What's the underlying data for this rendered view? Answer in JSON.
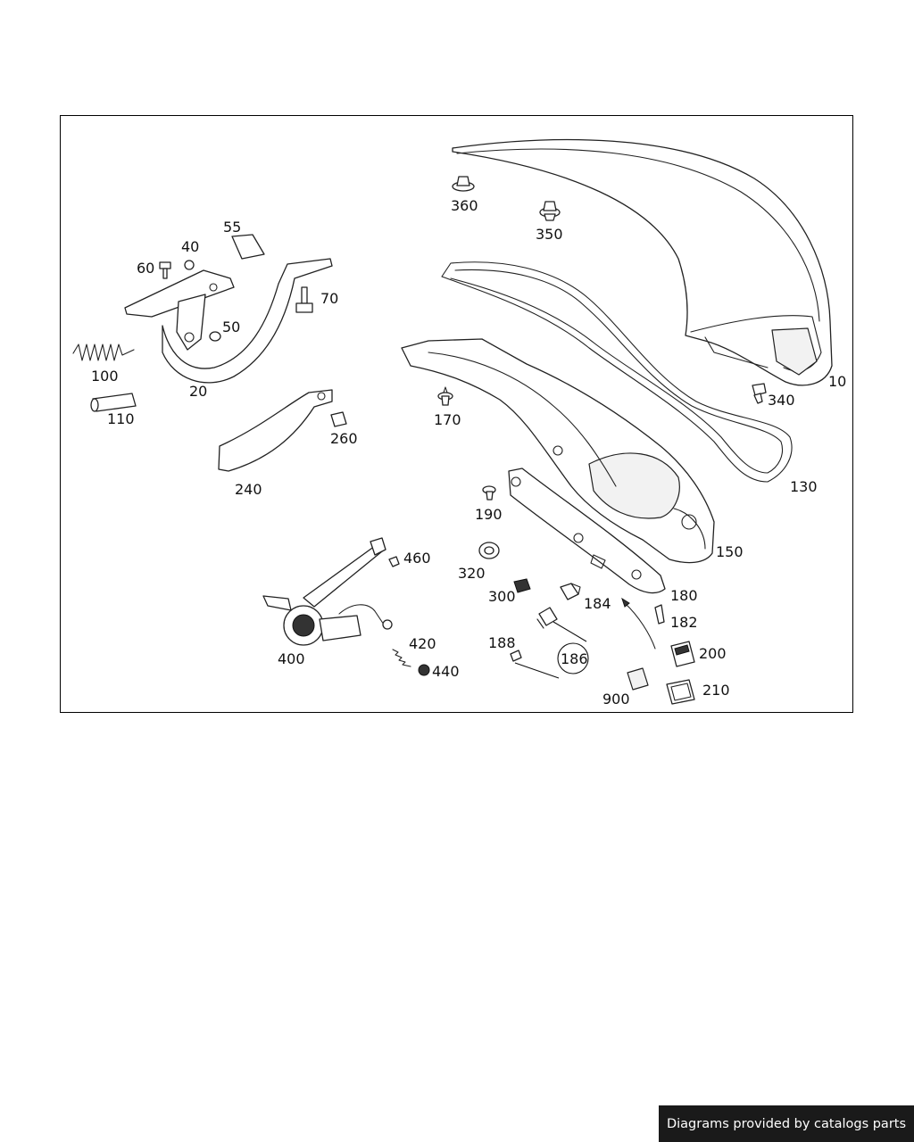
{
  "diagram": {
    "callouts": {
      "c10": "10",
      "c20": "20",
      "c40": "40",
      "c50": "50",
      "c55": "55",
      "c60": "60",
      "c70": "70",
      "c100": "100",
      "c110": "110",
      "c130": "130",
      "c150": "150",
      "c170": "170",
      "c180": "180",
      "c182": "182",
      "c184": "184",
      "c186": "186",
      "c188": "188",
      "c190": "190",
      "c200": "200",
      "c210": "210",
      "c240": "240",
      "c260": "260",
      "c300": "300",
      "c320": "320",
      "c340": "340",
      "c350": "350",
      "c360": "360",
      "c400": "400",
      "c420": "420",
      "c440": "440",
      "c460": "460",
      "c900": "900"
    }
  },
  "footer": {
    "text": "Diagrams provided by catalogs parts"
  }
}
